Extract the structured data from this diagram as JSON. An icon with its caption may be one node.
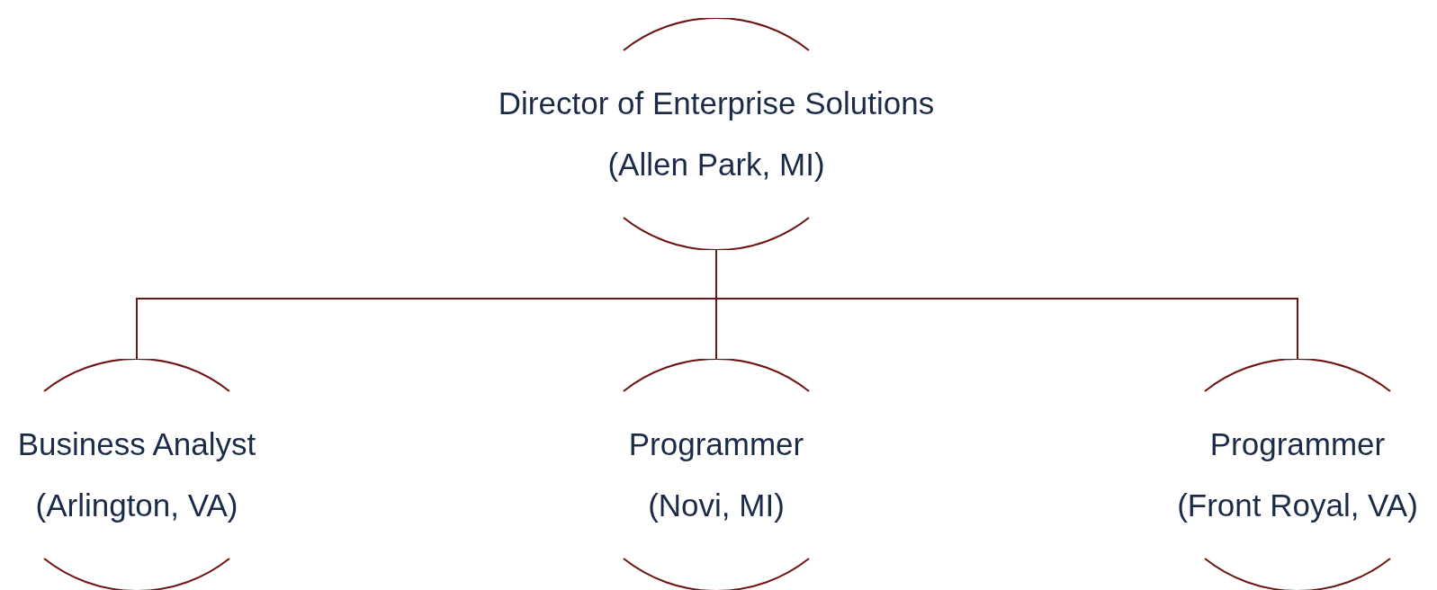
{
  "diagram": {
    "nodes": [
      {
        "text": [
          "Director of Enterprise Solutions",
          "(Allen Park, MI)"
        ]
      },
      {
        "text": [
          "Business Analyst",
          "(Arlington, VA)"
        ]
      },
      {
        "text": [
          "Programmer",
          "(Novi, MI)"
        ]
      },
      {
        "text": [
          "Programmer",
          "(Front Royal, VA)"
        ]
      }
    ],
    "edges": [
      {
        "from": 0,
        "to": 1,
        "arrow": "none"
      },
      {
        "from": 0,
        "to": 2,
        "arrow": "none"
      },
      {
        "from": 0,
        "to": 3,
        "arrow": "none"
      }
    ]
  }
}
